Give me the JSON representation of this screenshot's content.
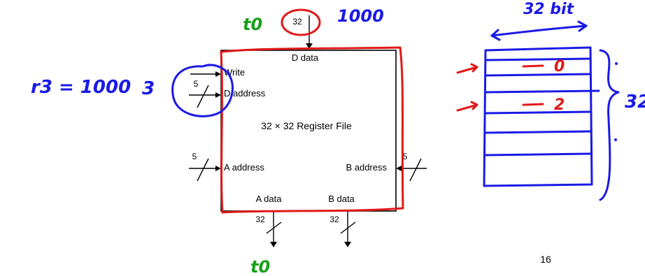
{
  "slide": {
    "page_number": "16"
  },
  "register_file": {
    "title": "32 × 32 Register File",
    "ports": {
      "d_data": "D data",
      "write": "Write",
      "d_address": "D address",
      "a_address": "A address",
      "b_address": "B address",
      "a_data": "A data",
      "b_data": "B data"
    },
    "bus_widths": {
      "d_data": "32",
      "d_address": "5",
      "a_address": "5",
      "b_address": "5",
      "a_data": "32",
      "b_data": "32"
    }
  },
  "annotations": {
    "register_eq": "r3 = 1000",
    "address_value": "3",
    "t0_top": "t0",
    "d_data_value": "1000",
    "t0_bottom": "t0",
    "bit_width_label": "32 bit",
    "rows_label": "32",
    "row_value_1": "0",
    "row_value_2": "2"
  },
  "colors": {
    "annotation_blue": "#1a1ae6",
    "annotation_red": "#e01818",
    "annotation_green": "#18a018"
  }
}
